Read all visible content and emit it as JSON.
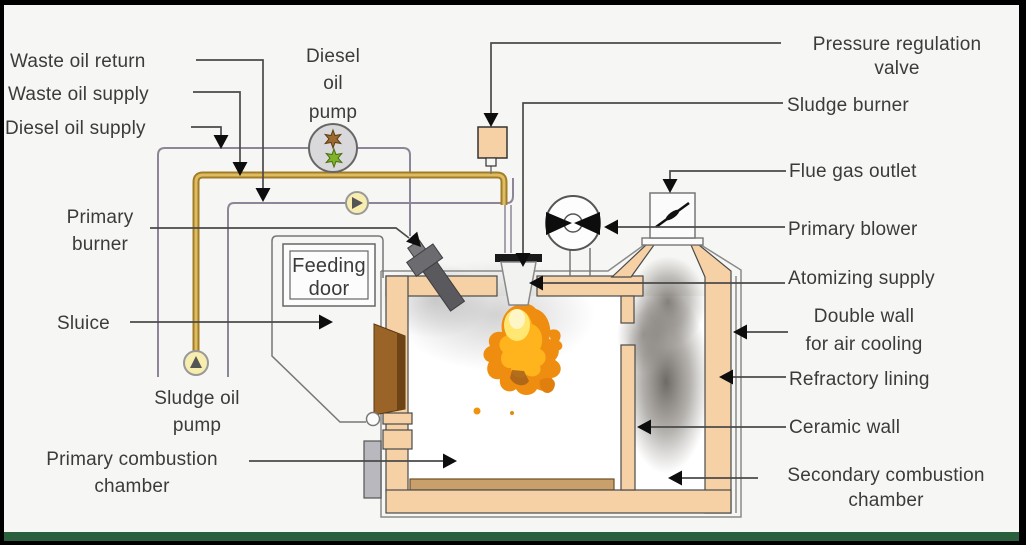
{
  "diagram": {
    "type": "schematic",
    "subject": "Sludge oil incinerator with primary and secondary combustion chambers"
  },
  "labels": {
    "waste_oil_return": {
      "text": "Waste oil return"
    },
    "waste_oil_supply": {
      "text": "Waste oil supply"
    },
    "diesel_oil_supply": {
      "text": "Diesel oil supply"
    },
    "diesel_oil_pump": {
      "lines": [
        "Diesel",
        "oil",
        "pump"
      ]
    },
    "pressure_regulation_valve": {
      "lines": [
        "Pressure regulation",
        "valve"
      ]
    },
    "sludge_burner": {
      "text": "Sludge burner"
    },
    "flue_gas_outlet": {
      "text": "Flue gas outlet"
    },
    "primary_blower": {
      "text": "Primary blower"
    },
    "atomizing_supply": {
      "text": "Atomizing supply"
    },
    "double_wall": {
      "lines": [
        "Double wall",
        "for air cooling"
      ]
    },
    "refractory_lining": {
      "text": "Refractory lining"
    },
    "ceramic_wall": {
      "text": "Ceramic wall"
    },
    "secondary_combustion_chamber": {
      "lines": [
        "Secondary combustion",
        "chamber"
      ]
    },
    "primary_burner": {
      "lines": [
        "Primary",
        "burner"
      ]
    },
    "feeding_door": {
      "lines": [
        "Feeding",
        "door"
      ]
    },
    "sluice": {
      "text": "Sluice"
    },
    "sludge_oil_pump": {
      "lines": [
        "Sludge oil",
        "pump"
      ]
    },
    "primary_combustion_chamber": {
      "lines": [
        "Primary combustion",
        "chamber"
      ]
    }
  },
  "colors": {
    "background": "#f6f6f4",
    "wall_peach": "#f6d1a6",
    "hearth_tan": "#c9a06b",
    "pipe_gold": "#a37c28",
    "pipe_gold_core": "#ddbc62",
    "pipe_grey": "#8e8698",
    "flame_orange": "#ef8d10",
    "flame_yellow": "#ffb41e",
    "flame_core": "#fff3b0",
    "smoke_dark": "#4a443e",
    "door_brown": "#9a6428",
    "steel_grey": "#66666b",
    "valve_cream": "#f6edae",
    "pump_gear_brown": "#9c6a30",
    "pump_gear_green": "#7fb32a",
    "label_text": "#3b3b3b",
    "frame_green": "#2b5e3d",
    "frame_black": "#000000",
    "gate_grey": "#b8b8be"
  }
}
